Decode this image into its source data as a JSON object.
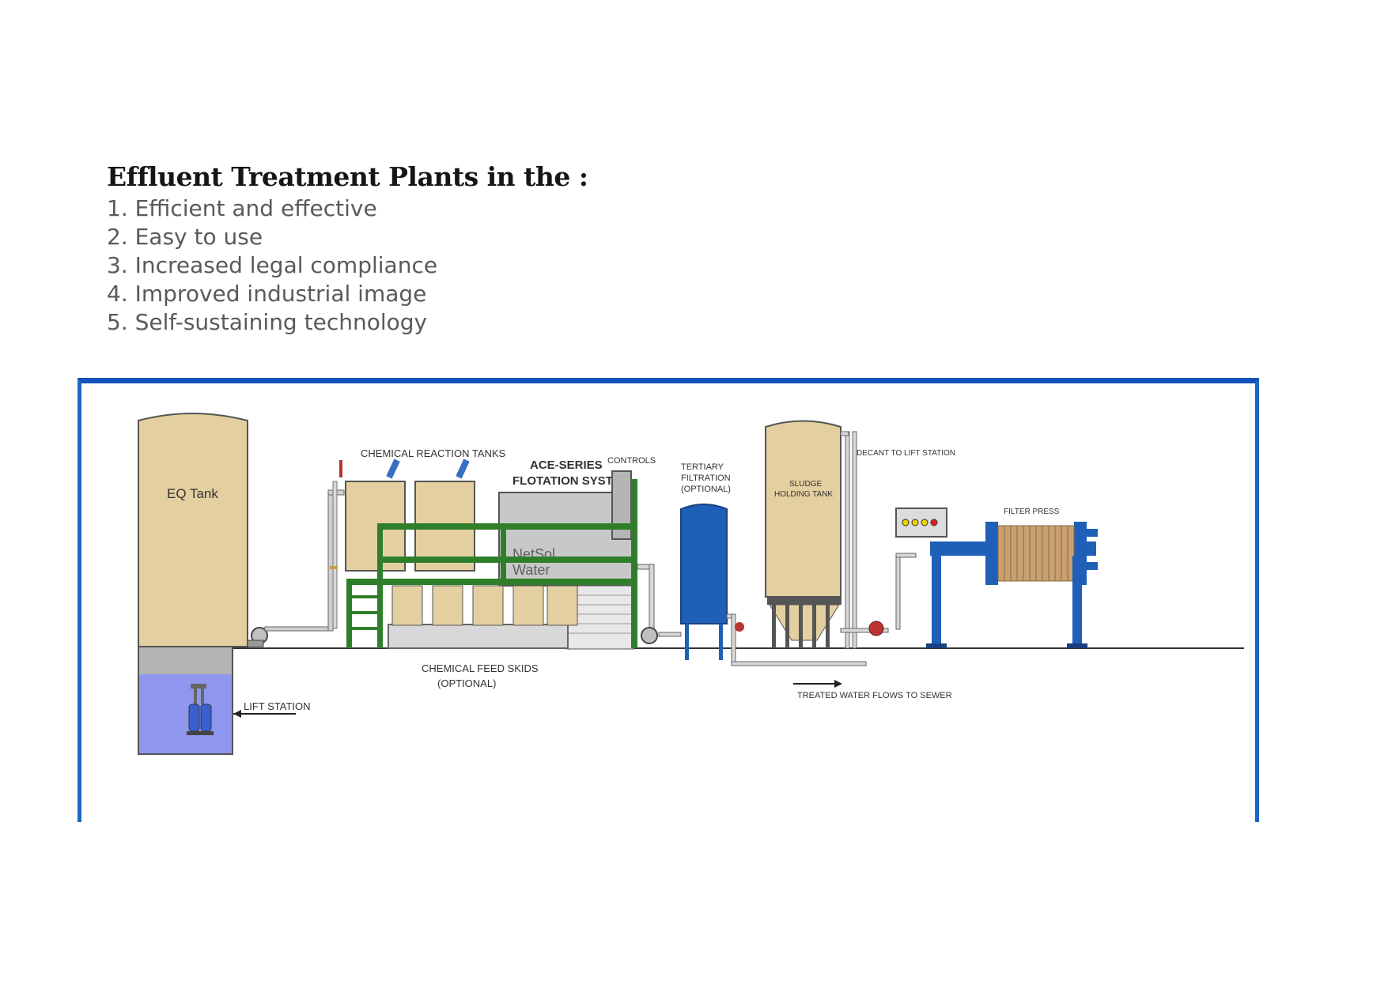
{
  "heading": "Effluent Treatment Plants in the :",
  "benefits": [
    "1. Efficient and effective",
    "2. Easy to use",
    "3. Increased legal compliance",
    "4. Improved industrial image",
    "5. Self-sustaining technology"
  ],
  "diagram": {
    "eq_tank": "EQ Tank",
    "lift_station": "LIFT STATION",
    "chemical_reaction_tanks": "CHEMICAL REACTION TANKS",
    "flotation_line1": "ACE-SERIES",
    "flotation_line2": "FLOTATION SYSTEM",
    "controls": "CONTROLS",
    "tertiary_line1": "TERTIARY",
    "tertiary_line2": "FILTRATION",
    "tertiary_line3": "(OPTIONAL)",
    "sludge_line1": "SLUDGE",
    "sludge_line2": "HOLDING TANK",
    "decant": "DECANT TO LIFT STATION",
    "filter_press": "FILTER PRESS",
    "feed_skids_line1": "CHEMICAL FEED SKIDS",
    "feed_skids_line2": "(OPTIONAL)",
    "treated_water": "TREATED WATER FLOWS TO SEWER",
    "watermark_line1": "NetSol",
    "watermark_line2": "Water"
  },
  "colors": {
    "tank": "#e3cfa0",
    "frame_green": "#2f7f2a",
    "vessel_blue": "#1f5fb8",
    "lift_water": "#8f96ee",
    "frame_border": "#1452b8"
  }
}
